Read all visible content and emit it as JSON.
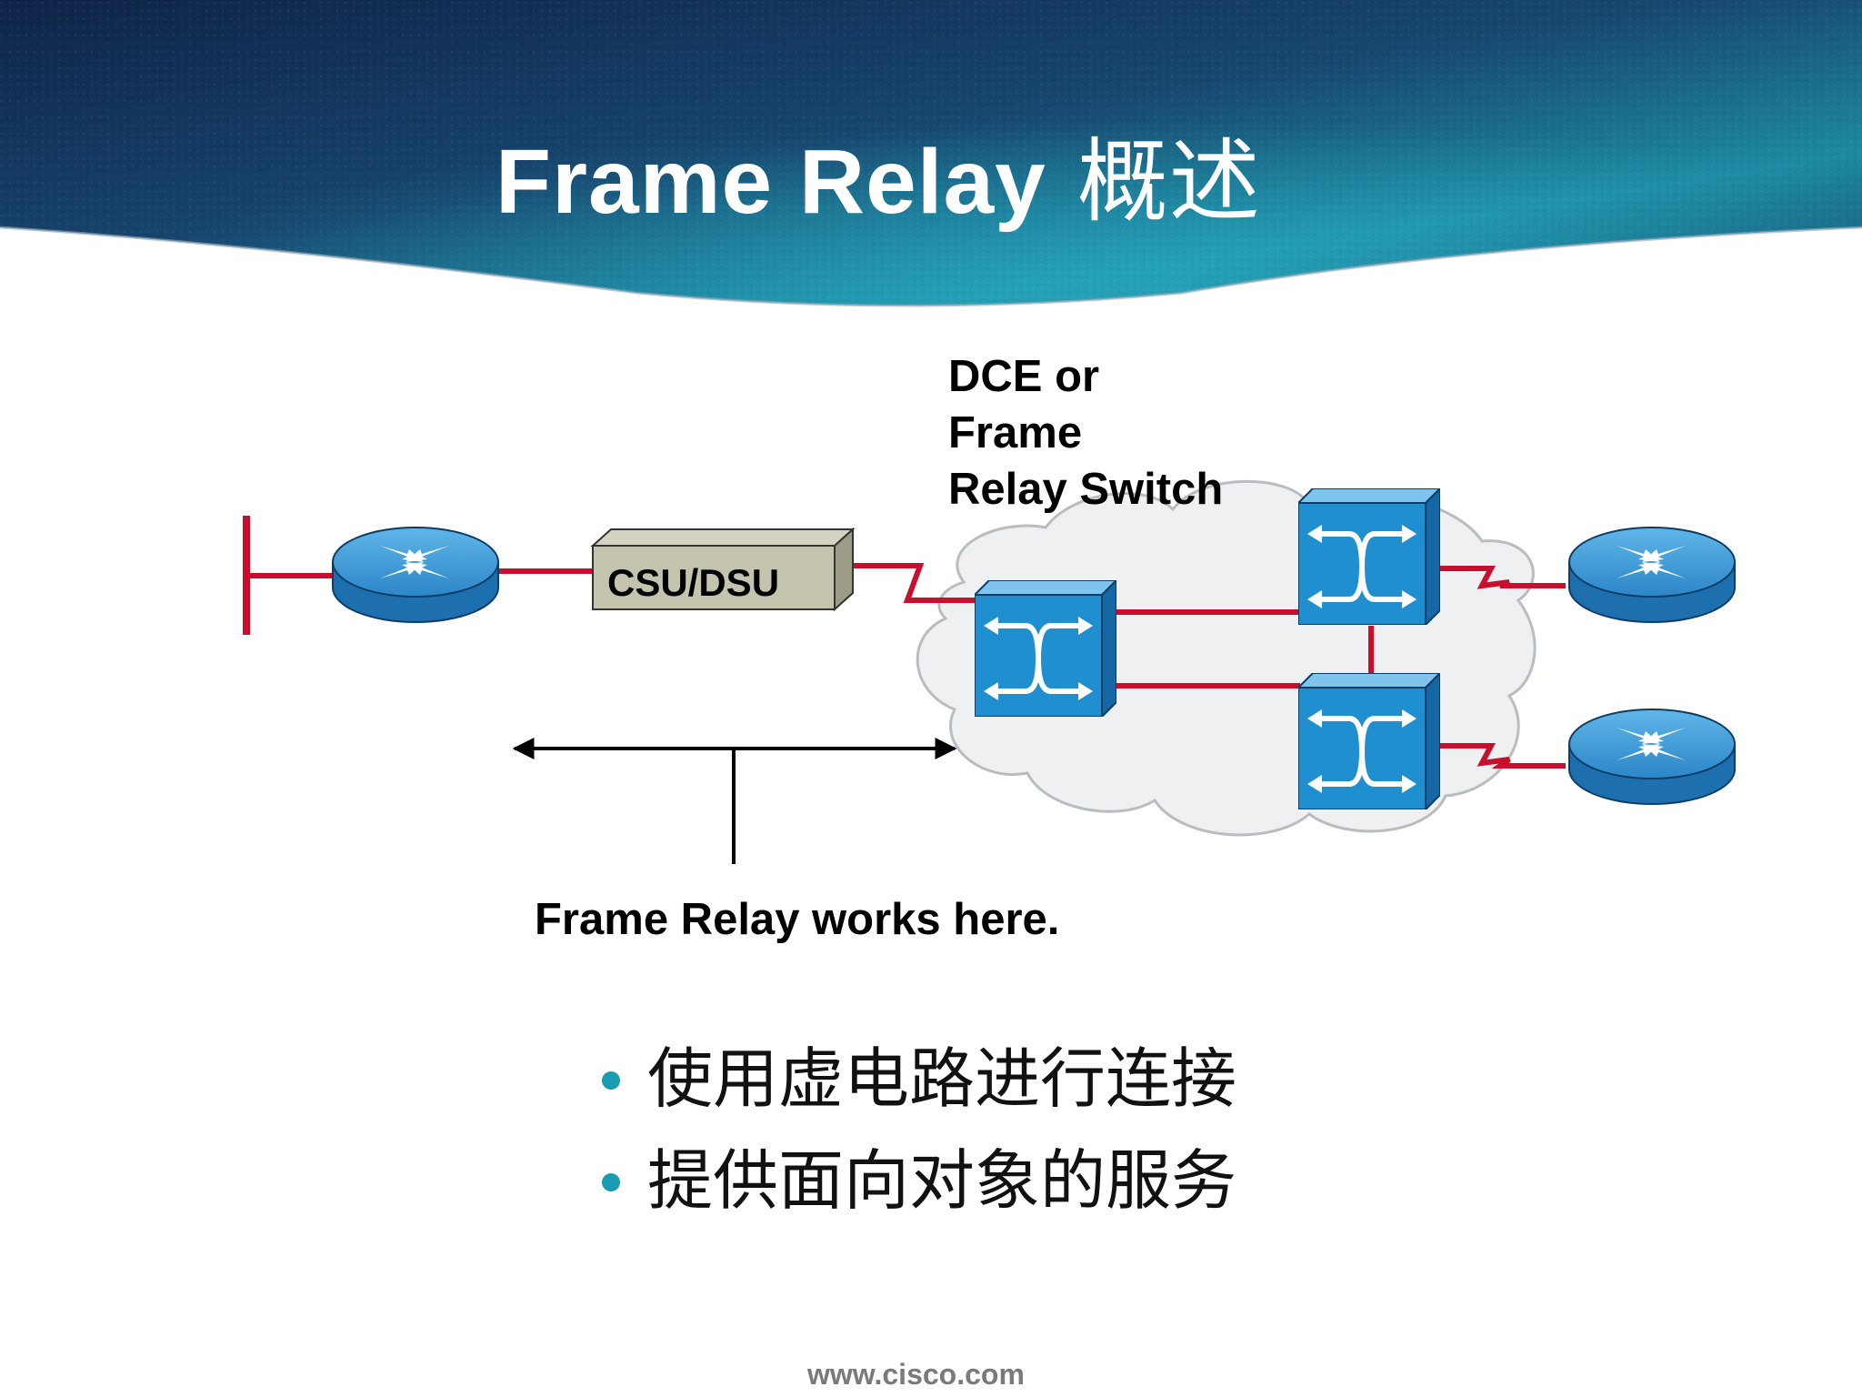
{
  "title": {
    "text": "Frame Relay",
    "text_cn": "概述"
  },
  "diagram": {
    "dce_label": [
      "DCE or",
      "Frame",
      "Relay Switch"
    ],
    "csu_label": "CSU/DSU",
    "works_label": "Frame Relay works here."
  },
  "bullets": [
    "使用虚电路进行连接",
    "提供面向对象的服务"
  ],
  "footer": {
    "url": "www.cisco.com"
  },
  "colors": {
    "header_dark": "#142a4f",
    "header_teal": "#1d7f97",
    "link_red": "#c8102e",
    "device_blue": "#1f8fd0",
    "bullet_teal": "#1a9cb0",
    "cloud_gray": "#eef0f2"
  }
}
